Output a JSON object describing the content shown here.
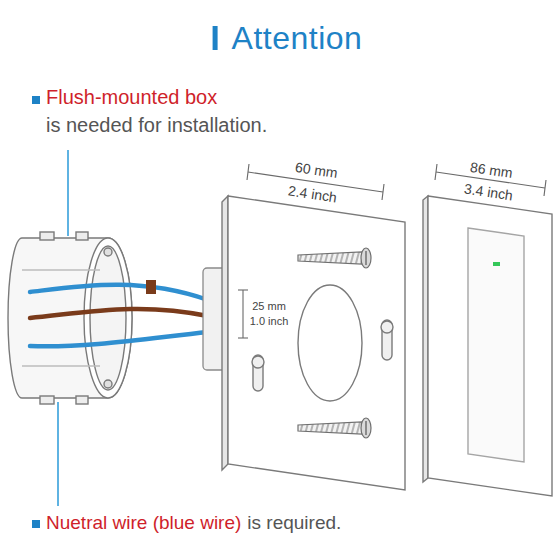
{
  "diagram": {
    "title": "Attention",
    "labels": [
      "Flush-mounted box",
      "is needed for installation.",
      "60 mm",
      "2.4 inch",
      "86 mm",
      "3.4 inch",
      "25 mm",
      "1.0 inch",
      "Nuetral wire (blue wire)",
      "is required."
    ]
  }
}
